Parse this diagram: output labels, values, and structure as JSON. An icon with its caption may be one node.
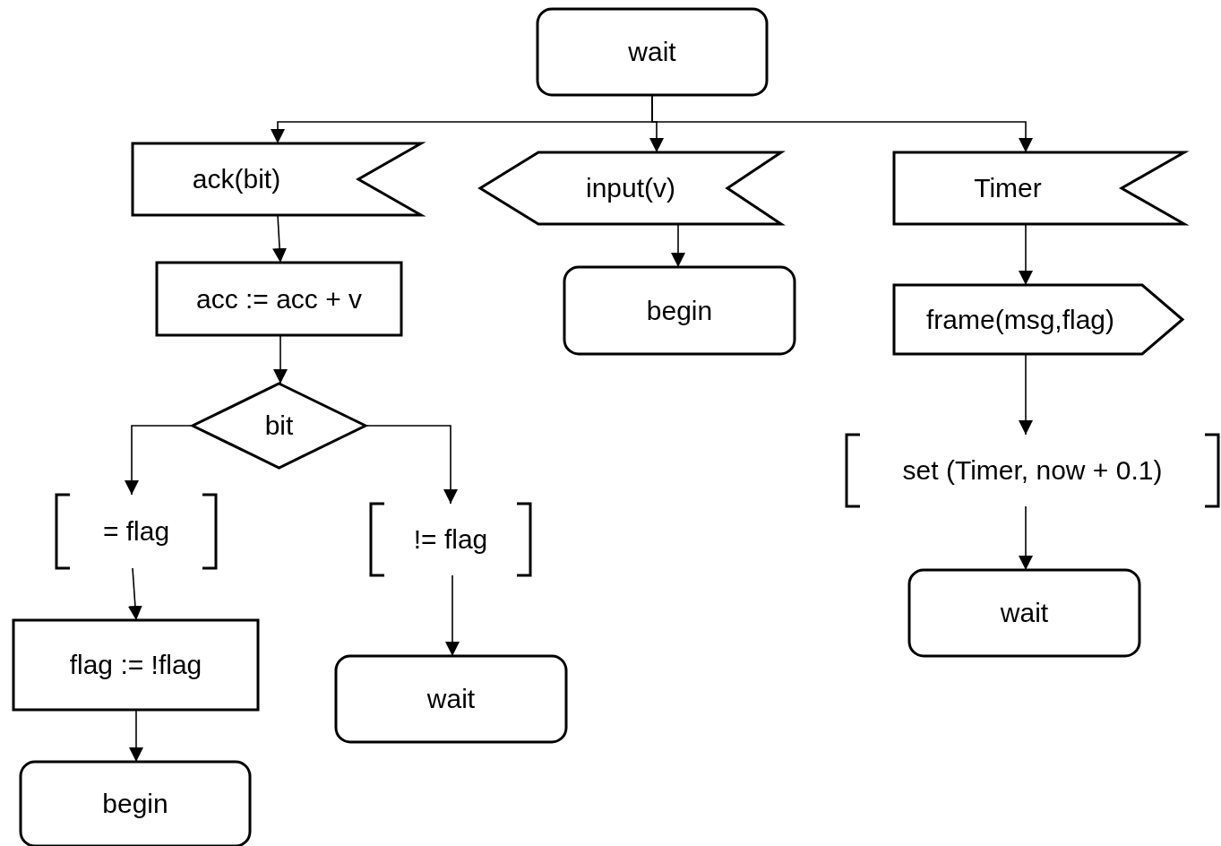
{
  "diagram": {
    "nodes": [
      {
        "text": [
          "wait"
        ]
      },
      {
        "text": [
          "ack(bit)"
        ]
      },
      {
        "text": [
          "input(v)"
        ]
      },
      {
        "text": [
          "Timer"
        ]
      },
      {
        "text": [
          "acc := acc + v"
        ]
      },
      {
        "text": [
          "begin"
        ]
      },
      {
        "text": [
          "frame(msg,flag)"
        ]
      },
      {
        "text": [
          "bit"
        ]
      },
      {
        "text": [
          "set (Timer, now + 0.1)"
        ]
      },
      {
        "text": [
          "= flag"
        ]
      },
      {
        "text": [
          "!= flag"
        ]
      },
      {
        "text": [
          "wait"
        ]
      },
      {
        "text": [
          "flag := !flag"
        ]
      },
      {
        "text": [
          "wait"
        ]
      },
      {
        "text": [
          "begin"
        ]
      }
    ],
    "edges": [
      {
        "from": 0,
        "to": 1,
        "arrow": "to"
      },
      {
        "from": 0,
        "to": 2,
        "arrow": "to"
      },
      {
        "from": 0,
        "to": 3,
        "arrow": "to"
      },
      {
        "from": 1,
        "to": 4,
        "arrow": "to"
      },
      {
        "from": 4,
        "to": 7,
        "arrow": "to"
      },
      {
        "from": 7,
        "to": 9,
        "arrow": "to"
      },
      {
        "from": 7,
        "to": 10,
        "arrow": "to"
      },
      {
        "from": 2,
        "to": 5,
        "arrow": "to"
      },
      {
        "from": 3,
        "to": 6,
        "arrow": "to"
      },
      {
        "from": 6,
        "to": 8,
        "arrow": "to"
      },
      {
        "from": 8,
        "to": 11,
        "arrow": "to"
      },
      {
        "from": 9,
        "to": 12,
        "arrow": "to"
      },
      {
        "from": 12,
        "to": 14,
        "arrow": "to"
      },
      {
        "from": 10,
        "to": 13,
        "arrow": "to"
      }
    ]
  }
}
